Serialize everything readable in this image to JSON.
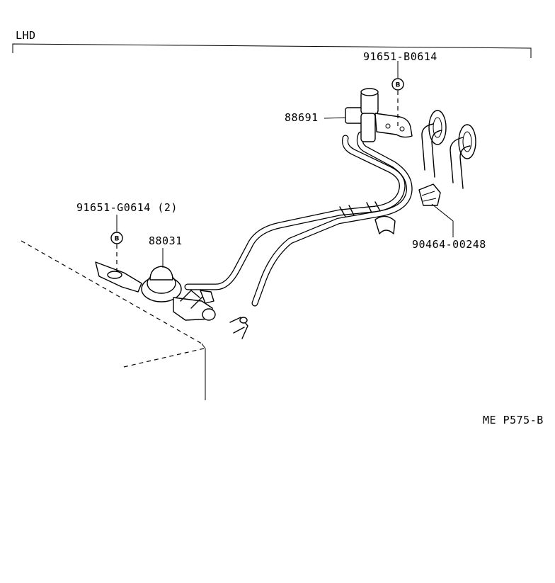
{
  "diagram": {
    "variant_label": "LHD",
    "figure_code": "ME P575-B",
    "parts": [
      {
        "id": "bolt_top",
        "number": "91651-B0614"
      },
      {
        "id": "vsv",
        "number": "88691"
      },
      {
        "id": "bolt_left",
        "number": "91651-G0614 (2)"
      },
      {
        "id": "valve",
        "number": "88031"
      },
      {
        "id": "clamp",
        "number": "90464-00248"
      }
    ],
    "bolt_marker": "B",
    "colors": {
      "ink": "#000000",
      "paper": "#ffffff"
    }
  }
}
